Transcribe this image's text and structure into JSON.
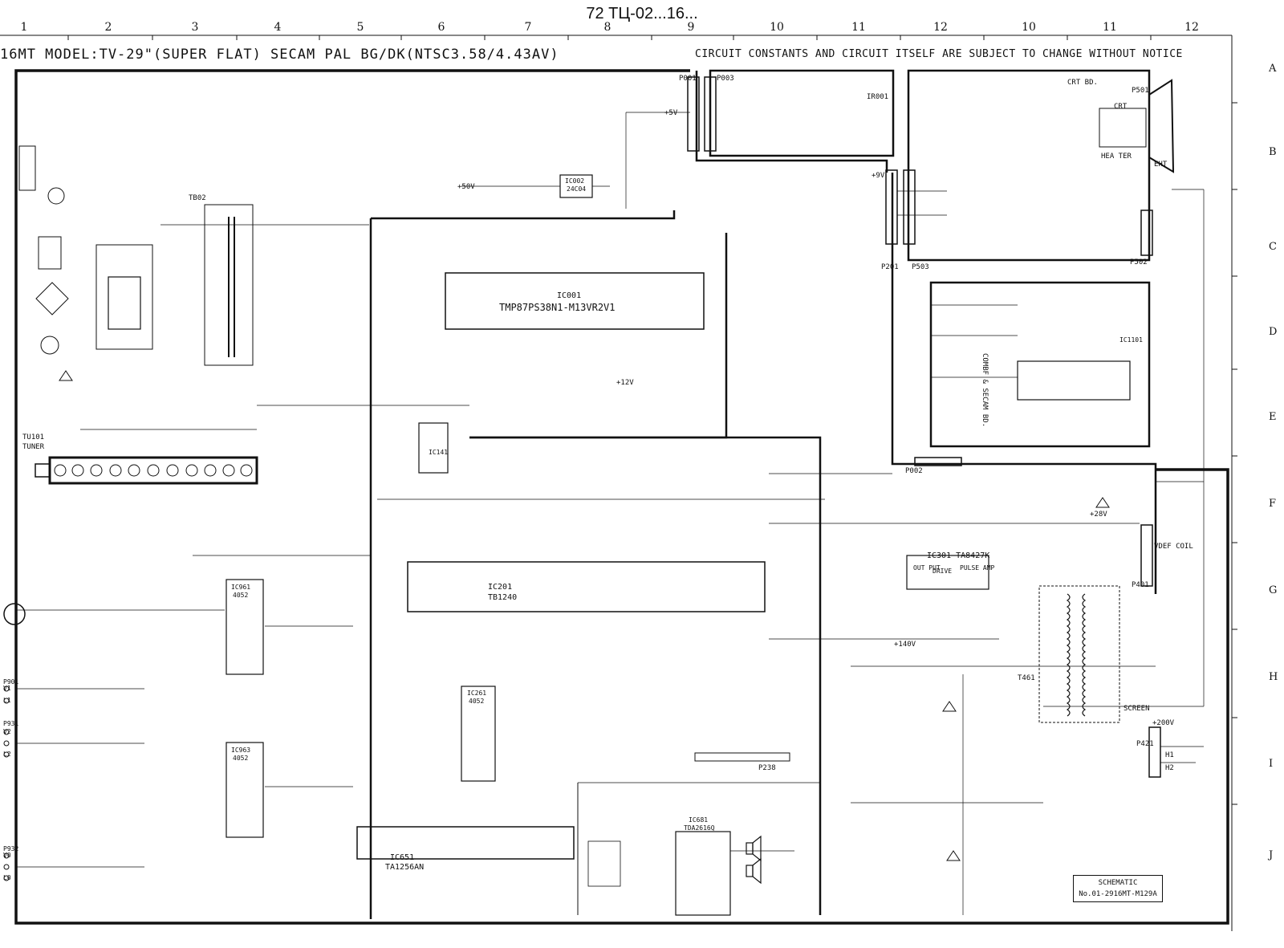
{
  "header": {
    "top_title": "72 ТЦ-02...16...",
    "model_title": "16MT MODEL:TV-29\"(SUPER FLAT) SECAM PAL BG/DK(NTSC3.58/4.43AV)",
    "notice": "CIRCUIT CONSTANTS AND CIRCUIT ITSELF ARE SUBJECT TO CHANGE WITHOUT NOTICE"
  },
  "grid": {
    "columns": [
      "1",
      "2",
      "3",
      "4",
      "5",
      "6",
      "7",
      "8",
      "9",
      "10",
      "11",
      "12",
      "10",
      "11",
      "12"
    ],
    "rows": [
      "A",
      "B",
      "C",
      "D",
      "E",
      "F",
      "G",
      "H",
      "I",
      "J"
    ]
  },
  "labels": {
    "ic001": "IC001",
    "ic001_part": "TMP87PS38N1-M13VR2V1",
    "ic002": "IC002",
    "ic002_part": "24C04",
    "ic201": "IC201",
    "ic201_part": "TB1240",
    "ic301": "IC301 TA8427K",
    "ic301_out": "OUT PUT",
    "ic301_drive": "DRIVE",
    "ic301_pulse": "PULSE AMP",
    "ic651": "IC651",
    "ic651_part": "TA1256AN",
    "ic961": "IC961",
    "ic961_part": "4052",
    "ic963": "IC963",
    "ic963_part": "4052",
    "ic261": "IC261",
    "ic261_part": "4052",
    "ic141": "IC141",
    "ic681": "IC681",
    "ic681_part": "TDA2616Q",
    "ic1101": "IC1101",
    "tb02": "TB02",
    "tu101": "TU101",
    "tuner": "TUNER",
    "crt_bd": "CRT BD.",
    "crt": "CRT",
    "eht": "EHT",
    "heater": "HEA TER",
    "combf": "COMBF & SECAM BD.",
    "p001": "P001",
    "p003": "P003",
    "p501": "P501",
    "p201": "P201",
    "p503": "P503",
    "p502": "P502",
    "p002": "P002",
    "p401": "P401",
    "p421": "P421",
    "p238": "P238",
    "vdef": "VDEF COIL",
    "plus200v": "+200V",
    "h1": "H1",
    "h2": "H2",
    "t461": "T461",
    "screen": "SCREEN",
    "ir001": "IR001",
    "plus5v": "+5V",
    "plus9v": "+9V",
    "plus12v": "+12V",
    "plus28v": "+28V",
    "plus140v": "+140V",
    "plus50v": "+50V",
    "schematic": "SCHEMATIC",
    "schematic_no": "No.01-2916MT-M129A"
  },
  "inputs_left": [
    "P901",
    "V1",
    "L1",
    "P931",
    "V2",
    "L2",
    "P932",
    "V0",
    "L0"
  ]
}
